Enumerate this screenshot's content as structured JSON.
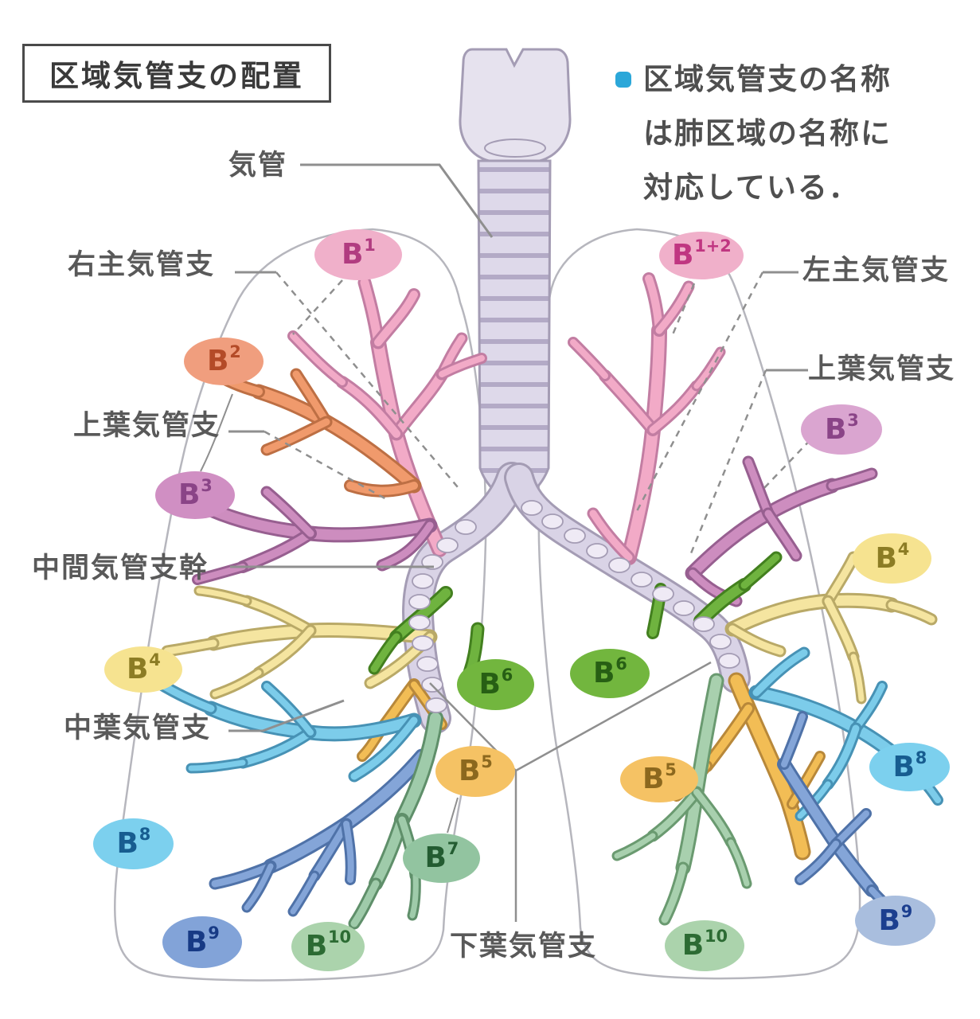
{
  "title": "区域気管支の配置",
  "note": {
    "line1": "区域気管支の名称",
    "line2": "は肺区域の名称に",
    "line3": "対応している．"
  },
  "labels": {
    "trachea": "気管",
    "right_main_bronchus": "右主気管支",
    "right_upper_lobe_bronchus": "上葉気管支",
    "intermediate_bronchial_trunk": "中間気管支幹",
    "middle_lobe_bronchus": "中葉気管支",
    "lower_lobe_bronchus": "下葉気管支",
    "left_main_bronchus": "左主気管支",
    "left_upper_lobe_bronchus": "上葉気管支"
  },
  "badges": [
    {
      "name": "B1 right lung",
      "base": "B",
      "sup": "1",
      "bg": "#f0b0ca",
      "fg": "#b13c80"
    },
    {
      "name": "B2 right lung",
      "base": "B",
      "sup": "2",
      "bg": "#f09e7e",
      "fg": "#b44b28"
    },
    {
      "name": "B3 right lung",
      "base": "B",
      "sup": "3",
      "bg": "#d08fc3",
      "fg": "#8a4487"
    },
    {
      "name": "B4 right lung",
      "base": "B",
      "sup": "4",
      "bg": "#f6e390",
      "fg": "#8c7c24"
    },
    {
      "name": "B8 right lung",
      "base": "B",
      "sup": "8",
      "bg": "#7cd0ee",
      "fg": "#175d90"
    },
    {
      "name": "B9 right lung",
      "base": "B",
      "sup": "9",
      "bg": "#82a3d8",
      "fg": "#173a85"
    },
    {
      "name": "B10 right lung",
      "base": "B",
      "sup": "10",
      "bg": "#abd3ac",
      "fg": "#2c6b33"
    },
    {
      "name": "B7 right lung",
      "base": "B",
      "sup": "7",
      "bg": "#92c4a0",
      "fg": "#235c31"
    },
    {
      "name": "B5 right lung",
      "base": "B",
      "sup": "5",
      "bg": "#f5c264",
      "fg": "#8c681e"
    },
    {
      "name": "B6 right lung",
      "base": "B",
      "sup": "6",
      "bg": "#72b63e",
      "fg": "#275f14"
    },
    {
      "name": "B6 left lung",
      "base": "B",
      "sup": "6",
      "bg": "#72b63e",
      "fg": "#275f14"
    },
    {
      "name": "B5 left lung",
      "base": "B",
      "sup": "5",
      "bg": "#f5c264",
      "fg": "#8c681e"
    },
    {
      "name": "B10 left lung",
      "base": "B",
      "sup": "10",
      "bg": "#abd3ac",
      "fg": "#2c6b33"
    },
    {
      "name": "B1+2 left lung",
      "base": "B",
      "sup": "1+2",
      "bg": "#f0b0ca",
      "fg": "#c03681"
    },
    {
      "name": "B3 left lung",
      "base": "B",
      "sup": "3",
      "bg": "#daa5d0",
      "fg": "#8a4487"
    },
    {
      "name": "B4 left lung",
      "base": "B",
      "sup": "4",
      "bg": "#f6e390",
      "fg": "#8c7c24"
    },
    {
      "name": "B8 left lung",
      "base": "B",
      "sup": "8",
      "bg": "#7cd0ee",
      "fg": "#175d90"
    },
    {
      "name": "B9 left lung",
      "base": "B",
      "sup": "9",
      "bg": "#a9bede",
      "fg": "#1c3f8f"
    }
  ],
  "accent_colors": {
    "note_bullet": "#2ba7d9",
    "airway_wall": "#a49cb4",
    "airway_fill": "#ded9ea",
    "outline_gray": "#b6b6bd"
  }
}
